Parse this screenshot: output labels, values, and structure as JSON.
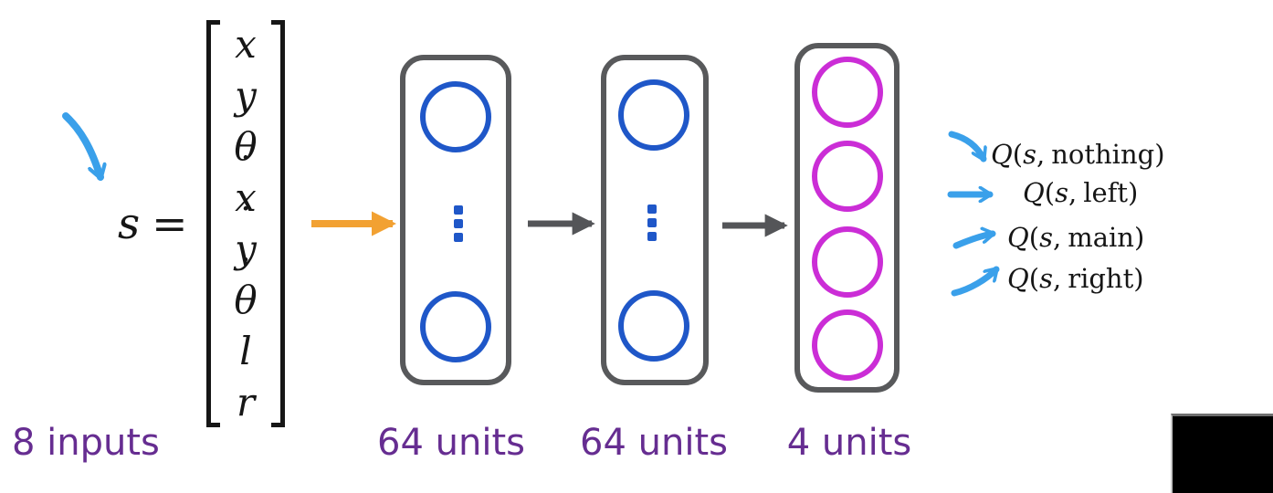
{
  "equation": {
    "lhs": "s",
    "rel": "="
  },
  "state_vector": {
    "entries": [
      {
        "glyph": "x",
        "dot": ""
      },
      {
        "glyph": "y",
        "dot": ""
      },
      {
        "glyph": "θ",
        "dot": ""
      },
      {
        "glyph": "x",
        "dot": "˙"
      },
      {
        "glyph": "y",
        "dot": "˙"
      },
      {
        "glyph": "θ",
        "dot": "˙"
      },
      {
        "glyph": "l",
        "dot": ""
      },
      {
        "glyph": "r",
        "dot": ""
      }
    ]
  },
  "labels": {
    "inputs": "8 inputs",
    "layer1": "64 units",
    "layer2": "64 units",
    "layer3": "4 units"
  },
  "outputs": {
    "open": "(",
    "comma": ",",
    "close": ")",
    "items": [
      {
        "q": "Q",
        "s": "s",
        "action": "nothing"
      },
      {
        "q": "Q",
        "s": "s",
        "action": "left"
      },
      {
        "q": "Q",
        "s": "s",
        "action": "main"
      },
      {
        "q": "Q",
        "s": "s",
        "action": "right"
      }
    ]
  },
  "theme": {
    "node_blue": "#1f57c8",
    "node_magenta": "#cb2dd6",
    "frame_gray": "#58595b",
    "arrow_gray": "#545558",
    "arrow_orange": "#f2a132",
    "hand_blue": "#3aa0ea",
    "label_purple": "#662d91",
    "ink": "#161616"
  }
}
